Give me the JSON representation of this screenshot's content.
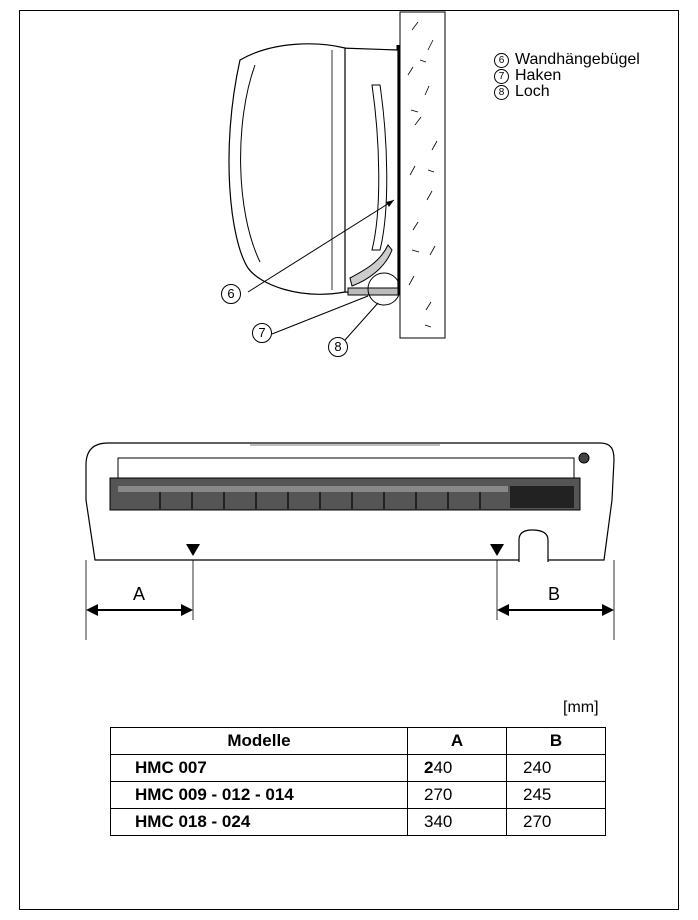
{
  "legend": [
    {
      "num": "6",
      "label": "Wandhängebügel"
    },
    {
      "num": "7",
      "label": "Haken"
    },
    {
      "num": "8",
      "label": "Loch"
    }
  ],
  "callouts": {
    "six": "6",
    "seven": "7",
    "eight": "8"
  },
  "dimensions": {
    "a": "A",
    "b": "B"
  },
  "unit": "[mm]",
  "table": {
    "headers": [
      "Modelle",
      "A",
      "B"
    ],
    "rows": [
      {
        "model": "HMC 007",
        "a_bold": "2",
        "a_rest": "40",
        "b": "240"
      },
      {
        "model": "HMC 009 - 012 - 014",
        "a_bold": "",
        "a_rest": "270",
        "b": "245"
      },
      {
        "model": "HMC 018 - 024",
        "a_bold": "",
        "a_rest": "340",
        "b": "270"
      }
    ]
  }
}
